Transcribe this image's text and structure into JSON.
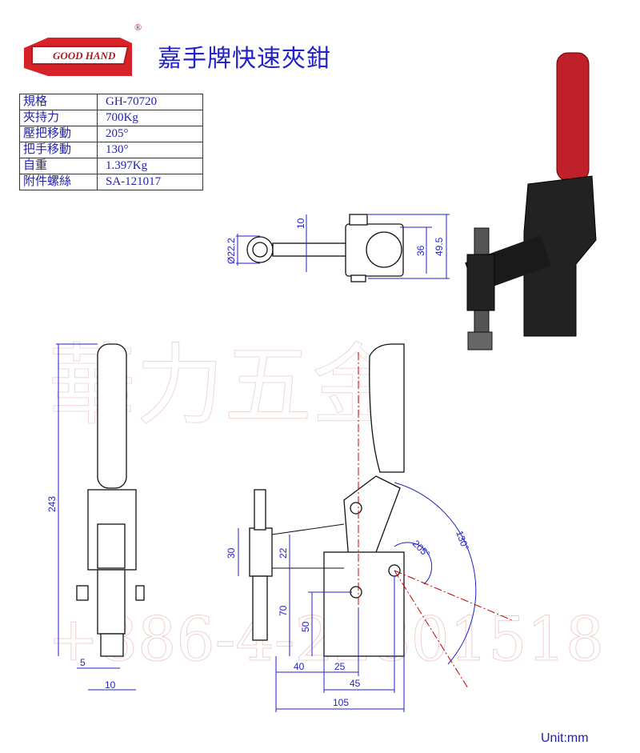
{
  "brand": {
    "logo_text": "GOOD HAND",
    "registered": "®"
  },
  "title": "嘉手牌快速夾鉗",
  "spec_table": [
    {
      "label": "規格",
      "value": "GH-70720"
    },
    {
      "label": "夾持力",
      "value": "700Kg"
    },
    {
      "label": "壓把移動",
      "value": "205°"
    },
    {
      "label": "把手移動",
      "value": "130°"
    },
    {
      "label": "自重",
      "value": "1.397Kg"
    },
    {
      "label": "附件螺絲",
      "value": "SA-121017"
    }
  ],
  "watermark": {
    "text": "華力五金",
    "phone": "+886-4-22801518"
  },
  "dimensions": {
    "top_view": {
      "diameter": "Ø22.2",
      "d10": "10",
      "d36": "36",
      "d49_5": "49.5"
    },
    "front_view": {
      "height": "243",
      "d5": "5",
      "d10": "10"
    },
    "side_view": {
      "d30": "30",
      "d22": "22",
      "d70": "70",
      "d50": "50",
      "d40": "40",
      "d25": "25",
      "d45": "45",
      "d105": "105",
      "angle205": "205°",
      "angle130": "130°"
    }
  },
  "unit": "Unit:mm",
  "colors": {
    "dimension": "#2222cc",
    "handle": "#c0202a",
    "body": "#222222"
  }
}
